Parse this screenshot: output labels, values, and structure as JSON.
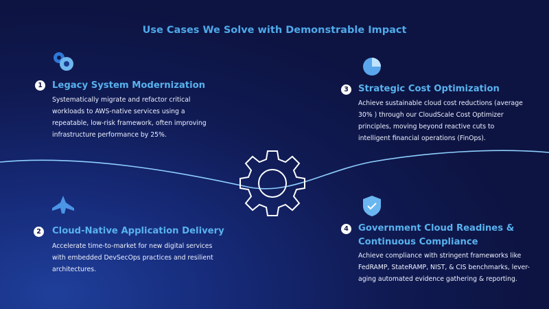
{
  "title": "Use Cases We Solve with Demonstrable Impact",
  "cases": [
    {
      "number": "1",
      "heading": "Legacy System Modernization",
      "body": "Systematically migrate and refactor critical workloads to AWS-native services using a repeatable, low-risk framework, often improving infrastructure performance by 25%.",
      "icon": "gears-icon"
    },
    {
      "number": "2",
      "heading": "Cloud-Native Application Delivery",
      "body": "Accelerate time-to-market for new digital services with embedded DevSecOps practices and resilient architectures.",
      "icon": "airplane-icon"
    },
    {
      "number": "3",
      "heading": "Strategic Cost Optimization",
      "body": "Achieve sustainable cloud cost reductions (average 30% ) through our CloudScale Cost Optimizer principles, moving beyond reactive cuts to intelligent financial operations (FinOps).",
      "icon": "pie-chart-icon"
    },
    {
      "number": "4",
      "heading": "Government Cloud Readines & Continuous Compliance",
      "body": "Achieve compliance with stringent frameworks like FedRAMP, StateRAMP, NIST, & CIS benchmarks, lever-aging automated evidence gathering & reporting.",
      "icon": "shield-check-icon"
    }
  ],
  "colors": {
    "accent": "#58b2ee",
    "background": "#101a52"
  }
}
